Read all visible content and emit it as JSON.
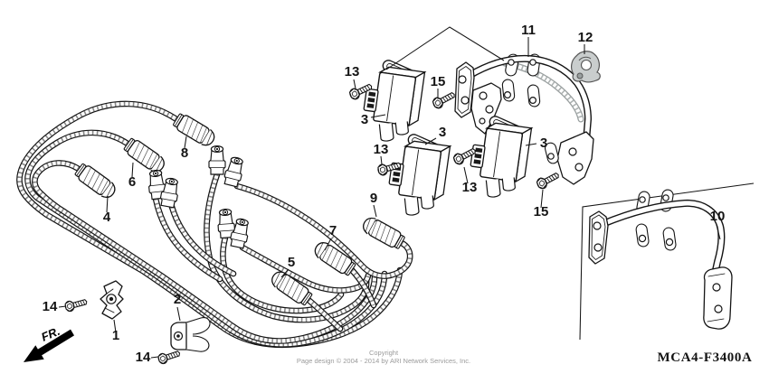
{
  "diagram": {
    "code": "MCA4-F3400A",
    "fr_label": "FR.",
    "copyright": {
      "line1": "Copyright",
      "line2": "Page design © 2004 - 2014 by ARI Network Services, Inc."
    },
    "colors": {
      "line": "#141414",
      "rear_shadow_gray": "#9aa0a0",
      "copyright_gray": "#9b9b9b",
      "background": "#ffffff"
    }
  },
  "callouts": [
    {
      "label": "13"
    },
    {
      "label": "3"
    },
    {
      "label": "15"
    },
    {
      "label": "11"
    },
    {
      "label": "12"
    },
    {
      "label": "13"
    },
    {
      "label": "3"
    },
    {
      "label": "3"
    },
    {
      "label": "13"
    },
    {
      "label": "15"
    },
    {
      "label": "8"
    },
    {
      "label": "6"
    },
    {
      "label": "4"
    },
    {
      "label": "9"
    },
    {
      "label": "7"
    },
    {
      "label": "5"
    },
    {
      "label": "10"
    },
    {
      "label": "2"
    },
    {
      "label": "1"
    },
    {
      "label": "14"
    },
    {
      "label": "14"
    }
  ]
}
